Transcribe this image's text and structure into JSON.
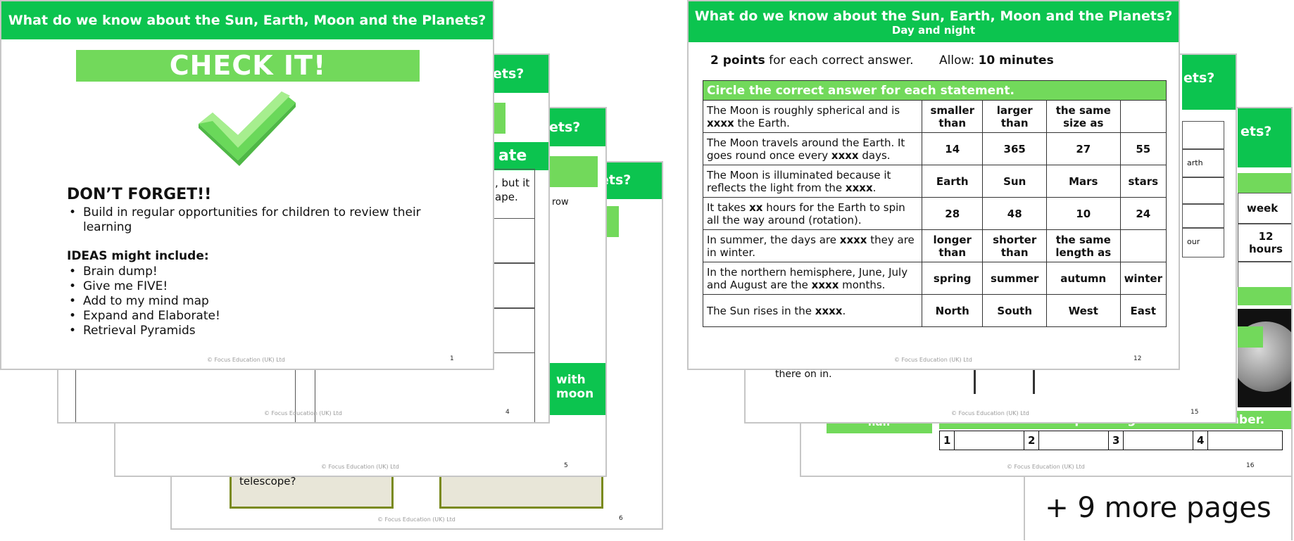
{
  "left_deck": {
    "slide6": {
      "peek_title": "ets?",
      "question_fragment": "telescope?",
      "footer": "© Focus Education (UK) Ltd",
      "page": "6"
    },
    "slide5": {
      "peek_title": "ets?",
      "row_fragment": "row",
      "peek_label_line1": "with",
      "peek_label_line2": "moon",
      "footer": "© Focus Education (UK) Ltd",
      "page": "5"
    },
    "slide4": {
      "peek_title": "ets?",
      "banner_fragment": "ate",
      "text_line1": ", but it",
      "text_line2": "ape.",
      "footer": "© Focus Education (UK) Ltd",
      "page": "4"
    },
    "slide1": {
      "title": "What do we know about the Sun, Earth, Moon and the Planets?",
      "banner": "CHECK IT!",
      "heading": "DON’T FORGET!!",
      "bullets": [
        "Build in regular opportunities for children to review their learning"
      ],
      "ideas_heading": "IDEAS might include:",
      "ideas": [
        "Brain dump!",
        "Give me FIVE!",
        "Add to my mind map",
        "Expand and Elaborate!",
        "Retrieval Pyramids"
      ],
      "footer": "© Focus Education (UK) Ltd",
      "page": "1"
    }
  },
  "right_deck": {
    "slide16": {
      "peek_title": "ets?",
      "week": "week",
      "hours_line1": "12",
      "hours_line2": "hours",
      "instruction": "Put the correct phase against each number.",
      "left_label": "half",
      "numbers": [
        "1",
        "2",
        "3",
        "4"
      ],
      "footer": "© Focus Education (UK) Ltd",
      "page": "16"
    },
    "slide15": {
      "peek_title": "ets?",
      "earth_fragment": "arth",
      "our_fragment": "our",
      "text_fragment": "there on in.",
      "footer": "© Focus Education (UK) Ltd",
      "page": "15"
    },
    "slide12": {
      "title": "What do we know about the Sun, Earth, Moon and the Planets?",
      "subtitle": "Day and night",
      "points_bold": "2 points",
      "points_text": " for each correct answer.",
      "allow_label": "Allow:",
      "allow_value": "10 minutes",
      "table_header": "Circle the correct answer for each statement.",
      "rows": [
        {
          "q": [
            "The Moon is roughly spherical and is ",
            "xxxx",
            " the Earth."
          ],
          "a": [
            "smaller than",
            "larger than",
            "the same size as",
            ""
          ]
        },
        {
          "q": [
            "The Moon travels around the Earth. It goes round once every ",
            "xxxx",
            " days."
          ],
          "a": [
            "14",
            "365",
            "27",
            "55"
          ]
        },
        {
          "q": [
            "The Moon is illuminated because it reflects the light from the ",
            "xxxx",
            "."
          ],
          "a": [
            "Earth",
            "Sun",
            "Mars",
            "stars"
          ]
        },
        {
          "q": [
            "It takes ",
            "xx",
            " hours for the Earth to spin all the way around (rotation)."
          ],
          "a": [
            "28",
            "48",
            "10",
            "24"
          ]
        },
        {
          "q": [
            "In summer, the days are ",
            "xxxx",
            " they are in winter."
          ],
          "a": [
            "longer than",
            "shorter than",
            "the same length as",
            ""
          ]
        },
        {
          "q": [
            "In the northern hemisphere, June, July and August are the ",
            "xxxx",
            " months."
          ],
          "a": [
            "spring",
            "summer",
            "autumn",
            "winter"
          ]
        },
        {
          "q": [
            "The Sun rises in the ",
            "xxxx",
            "."
          ],
          "a": [
            "North",
            "South",
            "West",
            "East"
          ]
        }
      ],
      "footer": "© Focus Education (UK) Ltd",
      "page": "12"
    }
  },
  "more_pages": "+ 9 more pages",
  "colors": {
    "green": "#0cc44f",
    "light_green": "#72d95b",
    "check": "#7fe06a",
    "book": "#7a8a1e"
  }
}
